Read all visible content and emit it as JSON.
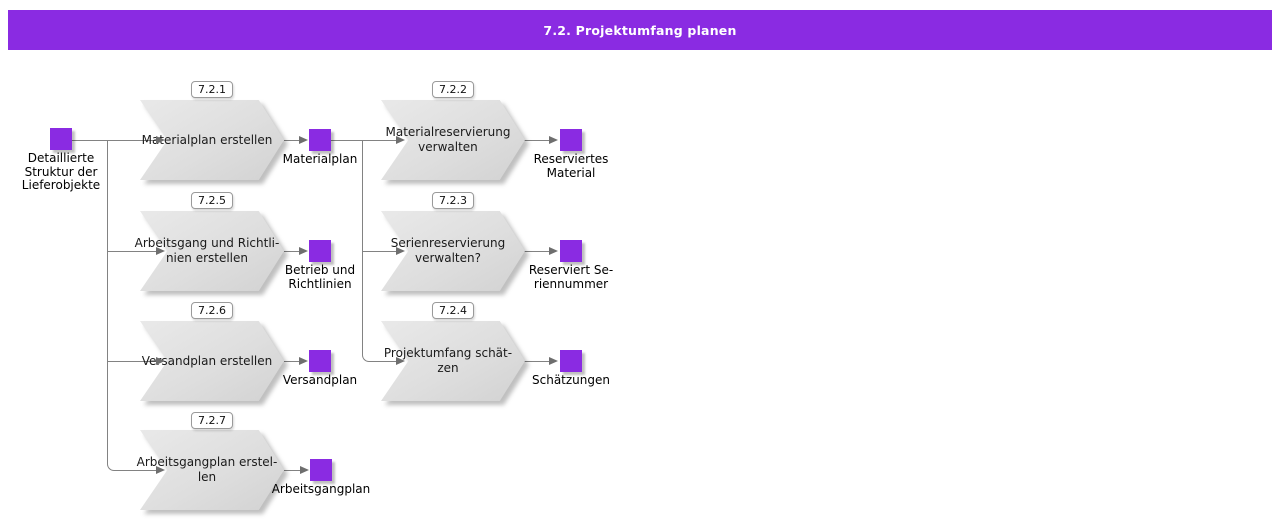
{
  "title_bar": {
    "title": "7.2. Projektumfang planen",
    "background": "#8A2BE2",
    "text_color": "#FFFFFF"
  },
  "colors": {
    "accent_purple": "#8A2BE2",
    "shape_fill_gray": "#DEDEDE",
    "connector_gray": "#828282"
  },
  "start_node": {
    "label": "Detaillierte\nStruktur der\nLieferobjekte"
  },
  "tasks": [
    {
      "badge": "7.2.1",
      "label": "Materialplan erstellen",
      "output": "Materialplan"
    },
    {
      "badge": "7.2.5",
      "label": "Arbeitsgang und Richtli-\nnien erstellen",
      "output": "Betrieb und\nRichtlinien"
    },
    {
      "badge": "7.2.6",
      "label": "Versandplan erstellen",
      "output": "Versandplan"
    },
    {
      "badge": "7.2.7",
      "label": "Arbeitsgangplan erstel-\nlen",
      "output": "Arbeitsgangplan"
    },
    {
      "badge": "7.2.2",
      "label": "Materialreservierung\nverwalten",
      "output": "Reserviertes\nMaterial"
    },
    {
      "badge": "7.2.3",
      "label": "Serienreservierung\nverwalten?",
      "output": "Reserviert Se-\nriennummer"
    },
    {
      "badge": "7.2.4",
      "label": "Projektumfang schät-\nzen",
      "output": "Schätzungen"
    }
  ]
}
